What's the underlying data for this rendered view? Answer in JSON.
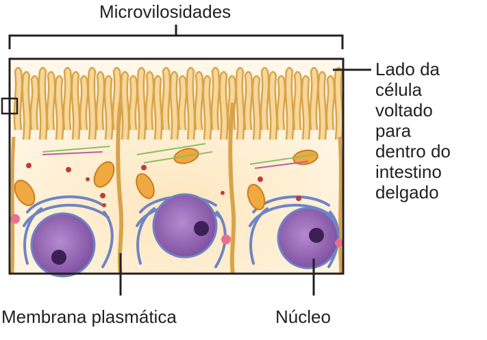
{
  "labels": {
    "microvilli": "Microvilosidades",
    "cell_side": [
      "Lado da",
      "célula",
      "voltado",
      "para",
      "dentro do",
      "intestino",
      "delgado"
    ],
    "plasma_membrane": "Membrana plasmática",
    "nucleus": "Núcleo"
  },
  "colors": {
    "microvilli": "#d8a34a",
    "cytoplasm": "#fff3dc",
    "nucleus": "#8a5aa6",
    "er": "#6f84c4",
    "mitochondria": "#f0a840",
    "line": "#231f20"
  }
}
